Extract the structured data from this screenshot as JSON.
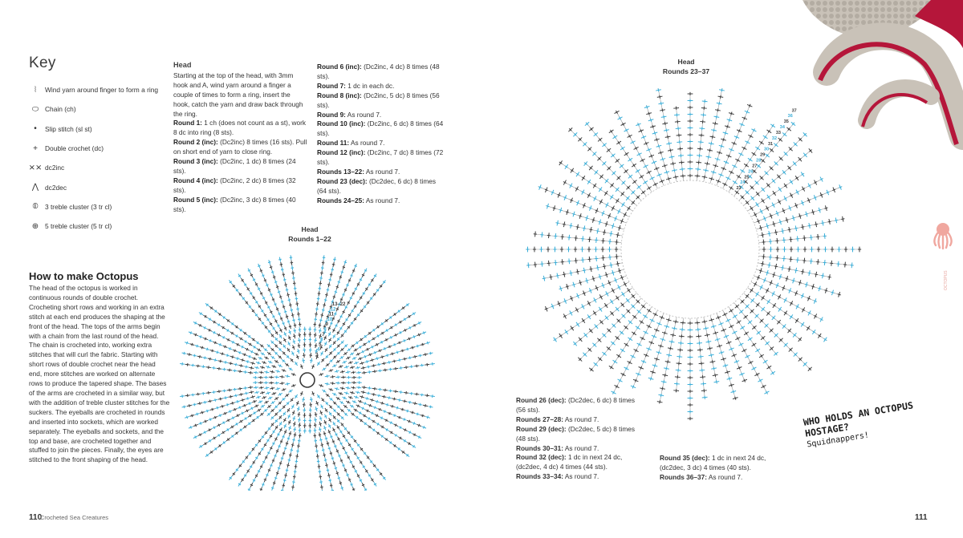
{
  "key": {
    "title": "Key",
    "items": [
      {
        "icon": "magic-ring-icon",
        "symbol": "⦚",
        "label": "Wind yarn around finger to form a ring"
      },
      {
        "icon": "chain-icon",
        "symbol": "⬭",
        "label": "Chain (ch)"
      },
      {
        "icon": "slip-stitch-icon",
        "symbol": "•",
        "label": "Slip stitch (sl st)"
      },
      {
        "icon": "double-crochet-icon",
        "symbol": "+",
        "label": "Double crochet (dc)"
      },
      {
        "icon": "dc2inc-icon",
        "symbol": "⨯⨯",
        "label": "dc2inc"
      },
      {
        "icon": "dc2dec-icon",
        "symbol": "⋀",
        "label": "dc2dec"
      },
      {
        "icon": "three-treble-cluster-icon",
        "symbol": "⦶",
        "label": "3 treble cluster (3 tr cl)"
      },
      {
        "icon": "five-treble-cluster-icon",
        "symbol": "⊕",
        "label": "5 treble cluster (5 tr cl)"
      }
    ]
  },
  "head_col1": {
    "heading": "Head",
    "intro": "Starting at the top of the head, with 3mm hook and A, wind yarn around a finger a couple of times to form a ring, insert the hook, catch the yarn and draw back through the ring.",
    "rounds": [
      {
        "label": "Round 1:",
        "text": " 1 ch (does not count as a st), work 8 dc into ring (8 sts)."
      },
      {
        "label": "Round 2 (inc):",
        "text": " (Dc2inc) 8 times (16 sts). Pull on short end of yarn to close ring."
      },
      {
        "label": "Round 3 (inc):",
        "text": " (Dc2inc, 1 dc) 8 times (24 sts)."
      },
      {
        "label": "Round 4 (inc):",
        "text": " (Dc2inc, 2 dc) 8 times (32 sts)."
      },
      {
        "label": "Round 5 (inc):",
        "text": " (Dc2inc, 3 dc) 8 times (40 sts)."
      }
    ]
  },
  "head_col2": {
    "rounds": [
      {
        "label": "Round 6 (inc):",
        "text": " (Dc2inc, 4 dc) 8 times (48 sts)."
      },
      {
        "label": "Round 7:",
        "text": " 1 dc in each dc."
      },
      {
        "label": "Round 8 (inc):",
        "text": " (Dc2inc, 5 dc) 8 times (56 sts)."
      },
      {
        "label": "Round 9:",
        "text": " As round 7."
      },
      {
        "label": "Round 10 (inc):",
        "text": " (Dc2inc, 6 dc) 8 times (64 sts)."
      },
      {
        "label": "Round 11:",
        "text": " As round 7."
      },
      {
        "label": "Round 12 (inc):",
        "text": " (Dc2inc, 7 dc) 8 times (72 sts)."
      },
      {
        "label": "Rounds 13–22:",
        "text": " As round 7."
      },
      {
        "label": "Round 23 (dec):",
        "text": " (Dc2dec, 6 dc) 8 times (64 sts)."
      },
      {
        "label": "Rounds 24–25:",
        "text": " As round 7."
      }
    ]
  },
  "how_to": {
    "title": "How to make Octopus",
    "body": "The head of the octopus is worked in continuous rounds of double crochet. Crocheting short rows and working in an extra stitch at each end produces the shaping at the front of the head. The tops of the arms begin with a chain from the last round of the head. The chain is crocheted into, working extra stitches that will curl the fabric. Starting with short rows of double crochet near the head end, more stitches are worked on alternate rows to produce the tapered shape. The bases of the arms are crocheted in a similar way, but with the addition of treble cluster stitches for the suckers. The eyeballs are crocheted in rounds and inserted into sockets, which are worked separately. The eyeballs and sockets, and the top and base, are crocheted together and stuffed to join the pieces. Finally, the eyes are stitched to the front shaping of the head."
  },
  "diagram_left": {
    "title": "Head",
    "subtitle": "Rounds 1–22",
    "round_labels": [
      "3",
      "4",
      "5",
      "6",
      "7",
      "8",
      "9",
      "10",
      "11",
      "12",
      "13–22"
    ],
    "colors": {
      "dark": "#3b3b3b",
      "blue": "#3aaed8"
    }
  },
  "diagram_right": {
    "title": "Head",
    "subtitle": "Rounds 23–37",
    "round_labels": [
      "23",
      "24",
      "25",
      "26",
      "27",
      "28",
      "29",
      "30",
      "31",
      "32",
      "33",
      "34",
      "35",
      "36",
      "37"
    ]
  },
  "rounds_bottom_left": [
    {
      "label": "Round 26 (dec):",
      "text": " (Dc2dec, 6 dc) 8 times (56 sts)."
    },
    {
      "label": "Rounds 27–28:",
      "text": " As round 7."
    },
    {
      "label": "Round 29 (dec):",
      "text": " (Dc2dec, 5 dc) 8 times (48 sts)."
    },
    {
      "label": "Rounds 30–31:",
      "text": " As round 7."
    },
    {
      "label": "Round 32 (dec):",
      "text": " 1 dc in next 24 dc, (dc2dec, 4 dc) 4 times (44 sts)."
    },
    {
      "label": "Rounds 33–34:",
      "text": " As round 7."
    }
  ],
  "rounds_bottom_right": [
    {
      "label": "Round 35 (dec):",
      "text": " 1 dc in next 24 dc, (dc2dec, 3 dc) 4 times (40 sts)."
    },
    {
      "label": "Rounds 36–37:",
      "text": " As round 7."
    }
  ],
  "joke": {
    "question": "WHO HOLDS AN OCTOPUS HOSTAGE?",
    "answer": "Squidnappers!"
  },
  "side_tab": {
    "label": "OCTOPUS",
    "icon": "octopus-icon",
    "color": "#f0a79f"
  },
  "footer": {
    "left_page": "110",
    "book_title": "Crocheted Sea Creatures",
    "right_page": "111"
  }
}
